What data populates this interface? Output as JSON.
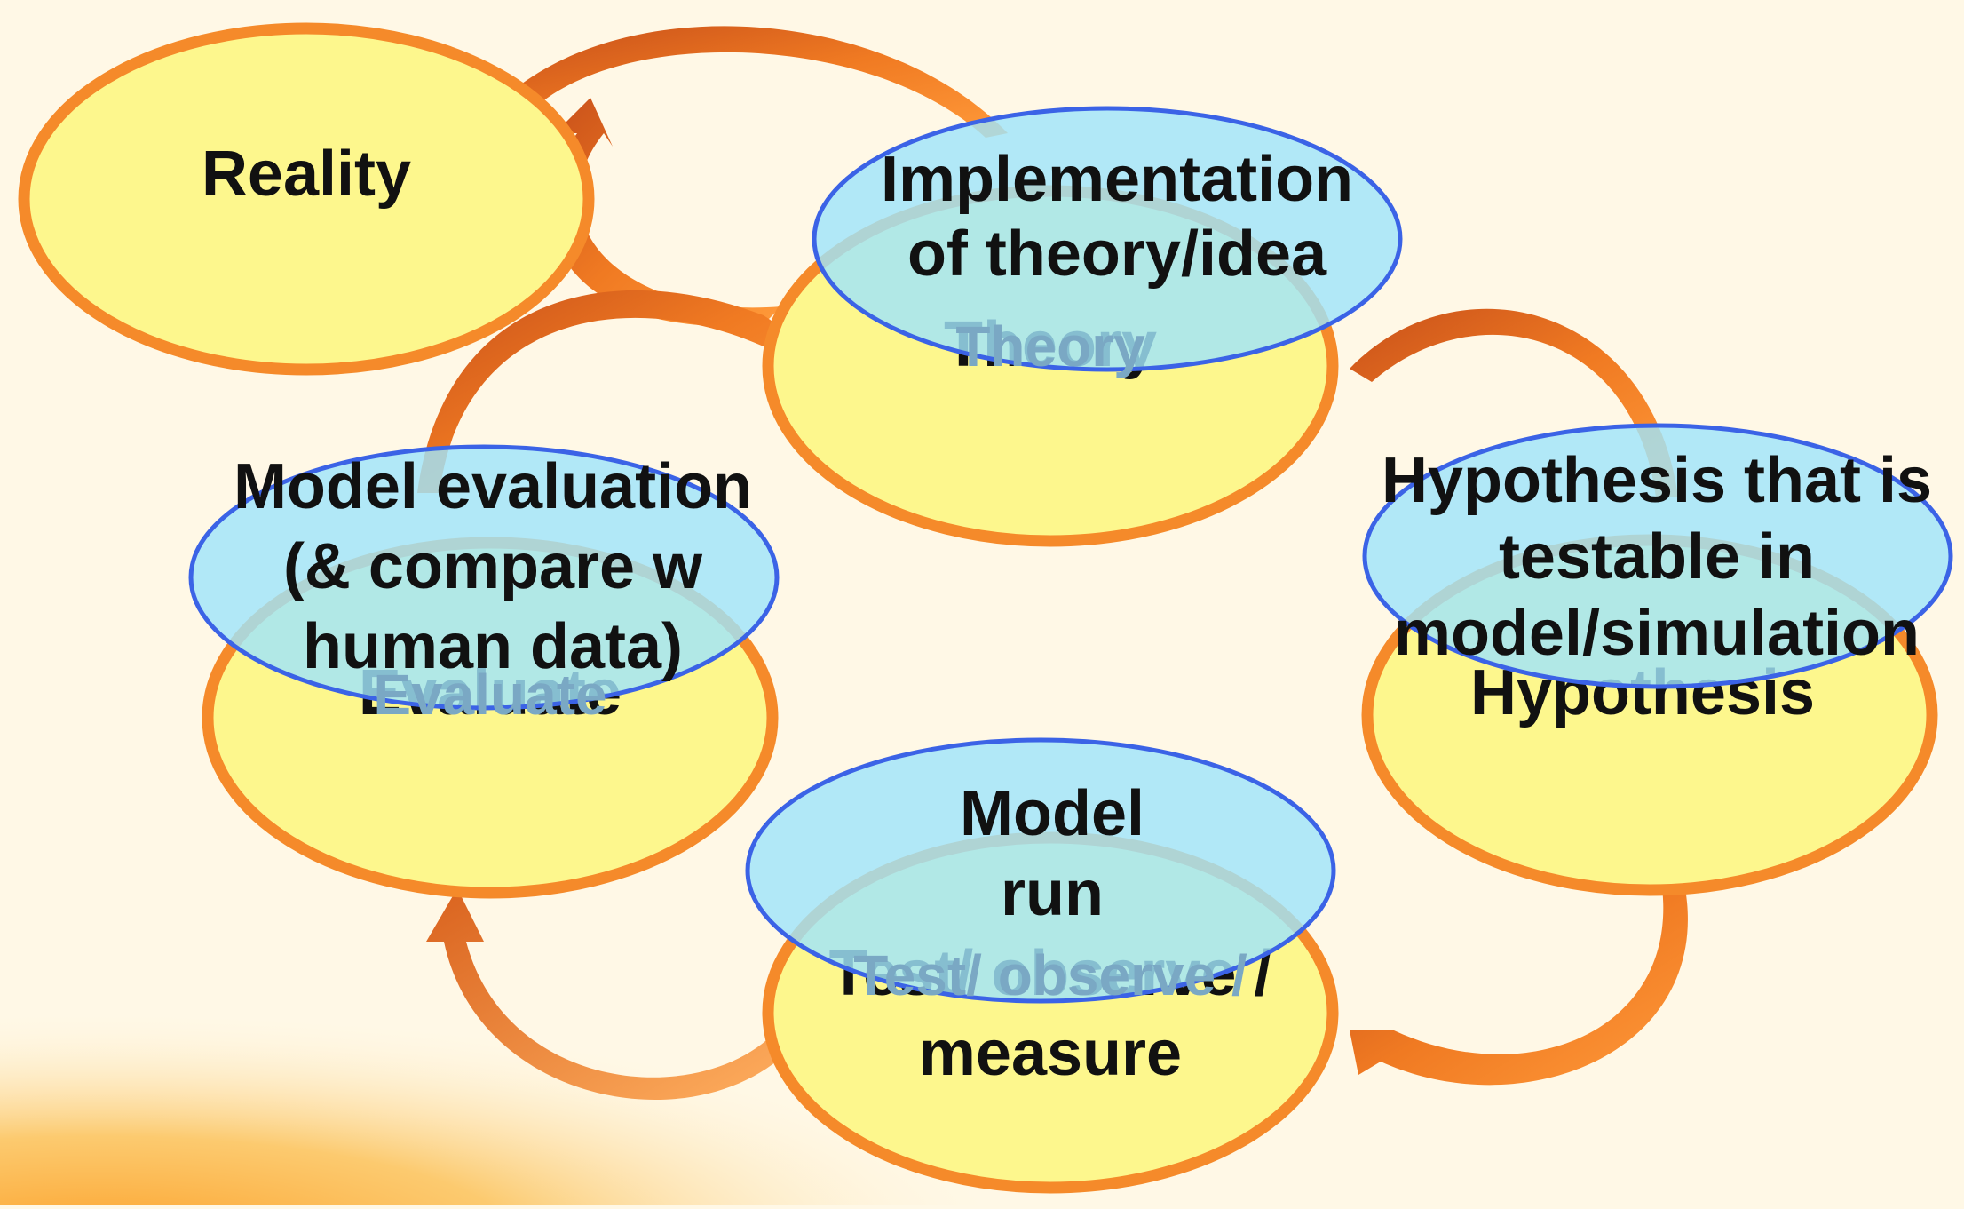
{
  "colors": {
    "background": "#fff8e6",
    "yellow_fill": "#fdf78d",
    "orange_stroke": "#f58a2a",
    "blue_fill": "#a0e4fa",
    "blue_stroke": "#3b63e6",
    "arrow": "#e0601c"
  },
  "nodes": {
    "reality": {
      "label": "Reality"
    },
    "theory": {
      "label": "Theory",
      "overlay": [
        "Implementation",
        "of theory/idea"
      ]
    },
    "hypothesis": {
      "label": "Hypothesis",
      "overlay": [
        "Hypothesis that is",
        "testable in",
        "model/simulation"
      ]
    },
    "test": {
      "label": [
        "Test/ observe /",
        "measure"
      ],
      "overlay": [
        "Model",
        "run"
      ]
    },
    "evaluate": {
      "label": "Evaluate",
      "overlay": [
        "Model evaluation",
        "(& compare w",
        "human data)"
      ]
    }
  }
}
